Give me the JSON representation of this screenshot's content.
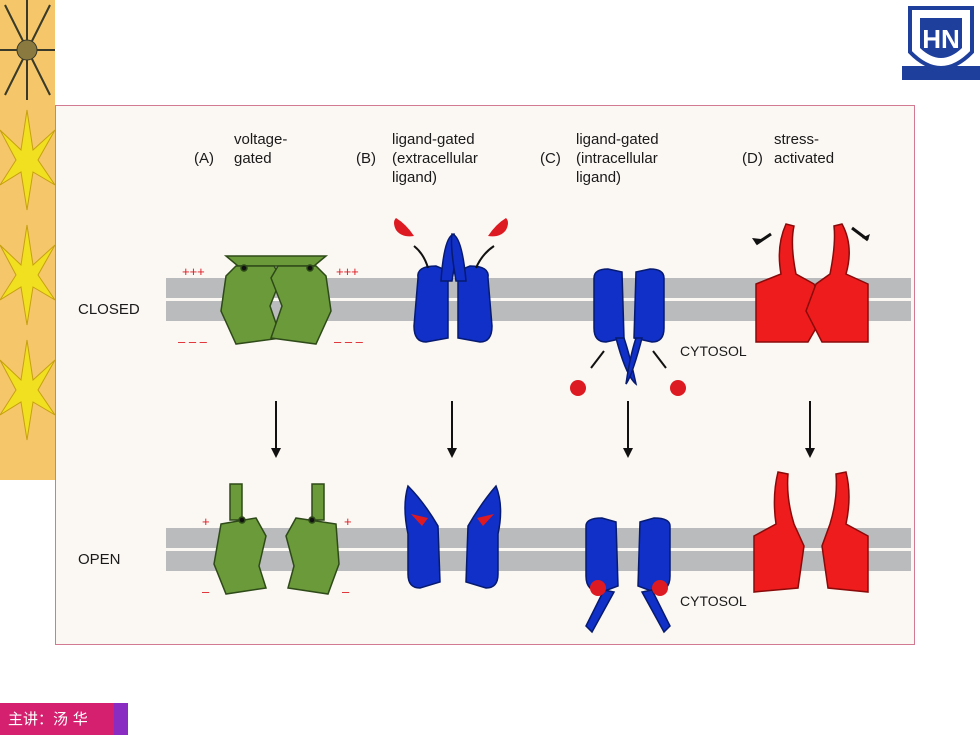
{
  "headers": [
    {
      "letter": "(A)",
      "text": "voltage-\ngated"
    },
    {
      "letter": "(B)",
      "text": "ligand-gated\n(extracellular\nligand)"
    },
    {
      "letter": "(C)",
      "text": "ligand-gated\n(intracellular\nligand)"
    },
    {
      "letter": "(D)",
      "text": "stress-\nactivated"
    }
  ],
  "rows": {
    "closed": "CLOSED",
    "open": "OPEN"
  },
  "cytosol": "CYTOSOL",
  "charges": {
    "plus3": "+++",
    "minus3": "– – –",
    "plus": "+",
    "minus": "–"
  },
  "footer": "主讲：汤 华",
  "logo": {
    "text": "HN"
  },
  "colors": {
    "voltage": "#6b9a3a",
    "ligand": "#1030c8",
    "stress": "#ee1c1c",
    "membrane": "#b9bbbd",
    "ligand_dot": "#dd1a22"
  }
}
